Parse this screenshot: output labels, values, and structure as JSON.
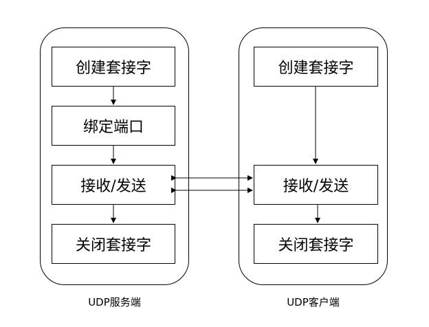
{
  "server": {
    "caption": "UDP服务端",
    "steps": [
      "创建套接字",
      "绑定端口",
      "接收/发送",
      "关闭套接字"
    ]
  },
  "client": {
    "caption": "UDP客户端",
    "steps": [
      "创建套接字",
      "接收/发送",
      "关闭套接字"
    ]
  }
}
